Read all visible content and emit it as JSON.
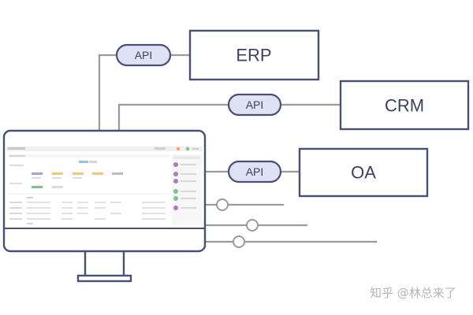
{
  "systems": [
    {
      "id": "erp",
      "label": "ERP",
      "api": "API"
    },
    {
      "id": "crm",
      "label": "CRM",
      "api": "API"
    },
    {
      "id": "oa",
      "label": "OA",
      "api": "API"
    }
  ],
  "open_connections": 3,
  "screen_mock": {
    "accent_colors": [
      "#8ec5e8",
      "#9fa7d8",
      "#f2c77a",
      "#7cc28a",
      "#a67cc2"
    ]
  },
  "watermark": "知乎 @林总来了",
  "colors": {
    "outline": "#4a4f74",
    "line": "#9a9a9a",
    "pill_fill": "#dfe1f5",
    "text": "#3c4060"
  }
}
